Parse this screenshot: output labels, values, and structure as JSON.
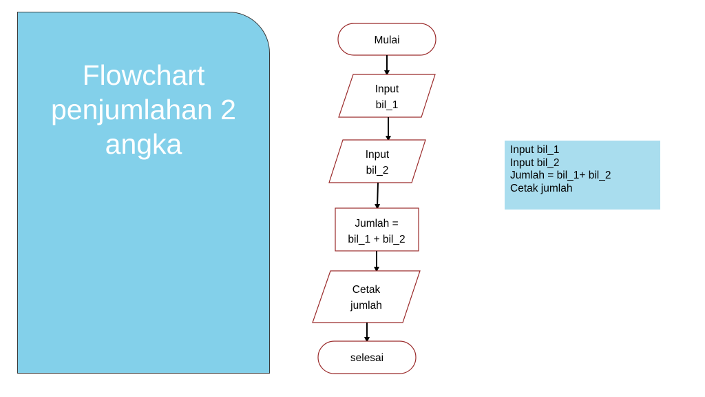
{
  "title": {
    "lines": [
      "Flowchart",
      "penjumlahan 2",
      "angka"
    ]
  },
  "flowchart": {
    "start": "Mulai",
    "input1": [
      "Input",
      "bil_1"
    ],
    "input2": [
      "Input",
      "bil_2"
    ],
    "process": [
      "Jumlah =",
      "bil_1 + bil_2"
    ],
    "output": [
      "Cetak",
      "jumlah"
    ],
    "end": "selesai"
  },
  "pseudocode": {
    "lines": [
      "Input bil_1",
      "Input bil_2",
      "Jumlah = bil_1+ bil_2",
      "Cetak jumlah"
    ]
  },
  "colors": {
    "panel": "#83d0ea",
    "pseudocode_box": "#a9ddee"
  }
}
